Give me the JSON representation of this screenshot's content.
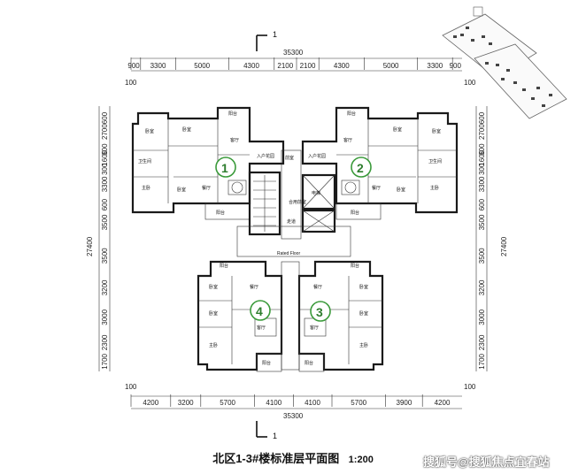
{
  "drawing": {
    "title": "北区1-3#楼标准层平面图",
    "scale": "1:200",
    "watermark": "搜狐号@搜狐焦点宜春站",
    "section_marker": "1"
  },
  "dimensions": {
    "top_total": "35300",
    "top_segments": [
      "900",
      "3300",
      "5000",
      "4300",
      "2100",
      "2100",
      "4300",
      "5000",
      "3300",
      "900"
    ],
    "bottom_total": "35300",
    "bottom_segments": [
      "4200",
      "3200",
      "5700",
      "4100",
      "4100",
      "5700",
      "3900",
      "4200"
    ],
    "left_total": "27400",
    "left_segments": [
      "600",
      "2700",
      "600",
      "1600",
      "300",
      "3300",
      "600",
      "3500",
      "3500",
      "3200",
      "3000",
      "2300",
      "1700"
    ],
    "right_total": "27400",
    "right_segments": [
      "600",
      "2700",
      "600",
      "1600",
      "300",
      "3300",
      "600",
      "3500",
      "3500",
      "3200",
      "3000",
      "2300",
      "1700"
    ],
    "edge_labels": [
      "100",
      "100",
      "100",
      "100"
    ]
  },
  "units": [
    {
      "number": "1",
      "color": "#3a9a3a"
    },
    {
      "number": "2",
      "color": "#3a9a3a"
    },
    {
      "number": "3",
      "color": "#3a9a3a"
    },
    {
      "number": "4",
      "color": "#3a9a3a"
    }
  ],
  "rooms": {
    "unit1": [
      "阳台",
      "卧室",
      "卫生间",
      "主卧",
      "餐厅",
      "客厅",
      "阳台",
      "入户花园",
      "卧室"
    ],
    "unit2": [
      "阳台",
      "卧室",
      "卫生间",
      "主卧",
      "餐厅",
      "客厅",
      "阳台",
      "入户花园",
      "卧室"
    ],
    "core": [
      "电梯",
      "前室",
      "合用前室",
      "Rated Floor",
      "走道"
    ],
    "unit3": [
      "阳台",
      "卧室",
      "餐厅",
      "客厅",
      "主卧",
      "阳台"
    ],
    "unit4": [
      "阳台",
      "卧室",
      "餐厅",
      "客厅",
      "主卧",
      "阳台"
    ]
  }
}
